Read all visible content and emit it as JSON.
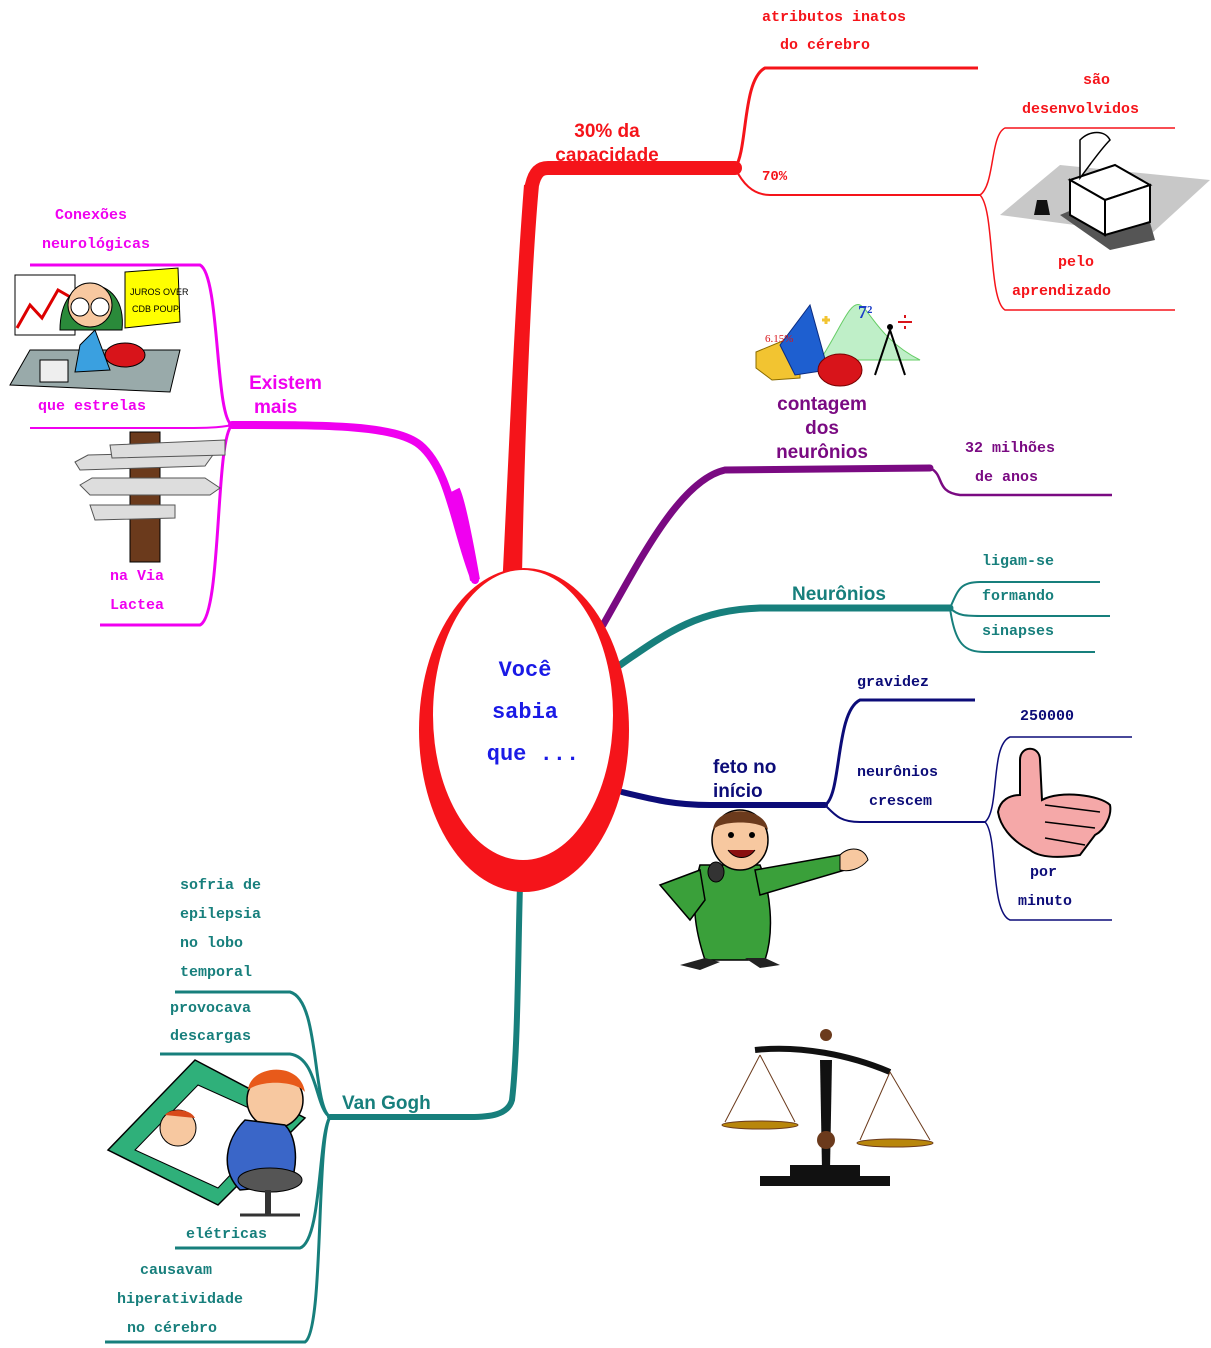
{
  "center": {
    "lines": [
      "Você",
      "sabia",
      "que ..."
    ]
  },
  "colors": {
    "red": "#f5141a",
    "magenta": "#f000f0",
    "purple": "#7a0a82",
    "teal": "#177f7c",
    "navy": "#0c0c78",
    "blue": "#1a1ae6"
  },
  "branches": {
    "capacity": {
      "title": "30% da capacidade",
      "leaves": {
        "innate_1": "atributos inatos",
        "innate_2": "do cérebro",
        "seventy": "70%",
        "developed_1": "são",
        "developed_2": "desenvolvidos",
        "learning_1": "pelo",
        "learning_2": "aprendizado"
      },
      "icon": "book-quill-icon"
    },
    "count": {
      "title_1": "contagem",
      "title_2": "dos",
      "title_3": "neurônios",
      "leaves": {
        "years_1": "32 milhões",
        "years_2": "de anos"
      },
      "icon": "math-shapes-icon"
    },
    "neurons": {
      "title": "Neurônios",
      "leaves": {
        "a": "ligam-se",
        "b": "formando",
        "c": "sinapses"
      }
    },
    "fetus": {
      "title_1": "feto no",
      "title_2": "início",
      "leaves": {
        "pregnancy": "gravidez",
        "grow_1": "neurônios",
        "grow_2": "crescem",
        "count": "250000",
        "per_1": "por",
        "per_2": "minuto"
      },
      "icons": [
        "presenter-man-icon",
        "pointing-hand-icon",
        "balance-scale-icon"
      ]
    },
    "more": {
      "title_1": "Existem",
      "title_2": "mais",
      "leaves": {
        "conn_1": "Conexões",
        "conn_2": "neurológicas",
        "stars": "que estrelas",
        "milky_1": "na Via",
        "milky_2": "Lactea"
      },
      "icons": [
        "confused-businessman-icon",
        "signpost-icon"
      ]
    },
    "vangogh": {
      "title": "Van Gogh",
      "leaves": {
        "epi_1": "sofria de",
        "epi_2": "epilepsia",
        "epi_3": "no lobo",
        "epi_4": "temporal",
        "dis_1": "provocava",
        "dis_2": "descargas",
        "elec": "elétricas",
        "hyp_1": "causavam",
        "hyp_2": "hiperatividade",
        "hyp_3": "no cérebro"
      },
      "icon": "painter-icon"
    }
  }
}
